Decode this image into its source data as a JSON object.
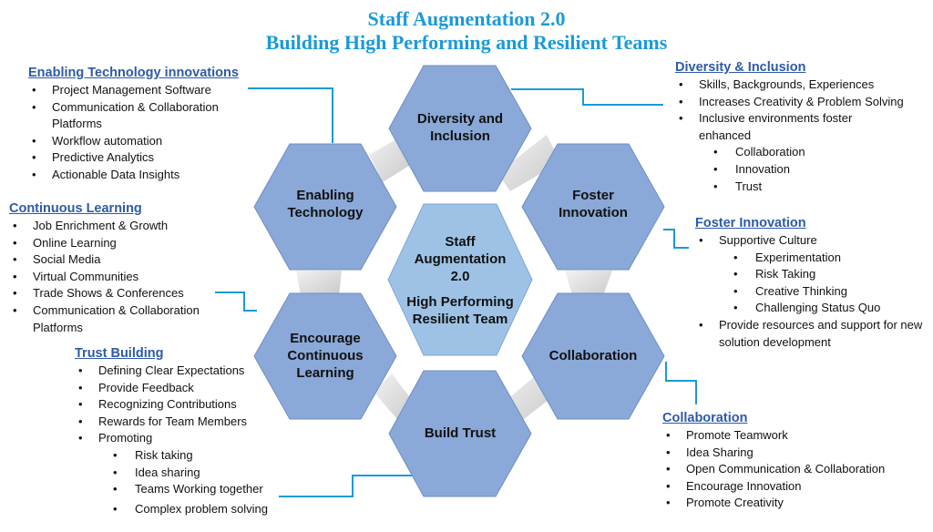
{
  "title": {
    "line1": "Staff Augmentation 2.0",
    "line2": "Building High Performing and Resilient Teams"
  },
  "colors": {
    "title": "#1a9ad8",
    "heading": "#2e5aa8",
    "hex_fill": "#8aa8d8",
    "center_fill": "#9ec2e6",
    "connector": "#1a9ad8"
  },
  "hexagons": {
    "diversity": "Diversity and Inclusion",
    "enabling": "Enabling Technology",
    "foster": "Foster Innovation",
    "center_line1": "Staff Augmentation 2.0",
    "center_line2": "High Performing Resilient Team",
    "encourage": "Encourage Continuous Learning",
    "collaboration": "Collaboration",
    "trust": "Build Trust"
  },
  "panels": {
    "enabling": {
      "heading": "Enabling Technology innovations",
      "items": [
        "Project Management Software",
        "Communication & Collaboration Platforms",
        "Workflow automation",
        "Predictive Analytics",
        "Actionable Data Insights"
      ]
    },
    "learning": {
      "heading": "Continuous Learning",
      "items": [
        "Job Enrichment & Growth",
        "Online Learning",
        "Social Media",
        "Virtual Communities",
        "Trade Shows & Conferences",
        "Communication & Collaboration Platforms"
      ]
    },
    "trust": {
      "heading": "Trust Building",
      "items": [
        "Defining Clear Expectations",
        "Provide Feedback",
        "Recognizing Contributions",
        "Rewards for Team Members",
        "Promoting"
      ],
      "sub_items": [
        "Risk taking",
        "Idea sharing",
        "Teams Working together",
        "Complex problem solving"
      ]
    },
    "diversity": {
      "heading": "Diversity & Inclusion",
      "items": [
        "Skills, Backgrounds, Experiences",
        "Increases Creativity & Problem Solving",
        "Inclusive environments foster enhanced"
      ],
      "sub_items": [
        "Collaboration",
        "Innovation",
        "Trust"
      ]
    },
    "innovation": {
      "heading": "Foster Innovation",
      "items": [
        "Supportive Culture",
        "Provide resources and support for new solution development"
      ],
      "sub_items": [
        "Experimentation",
        "Risk Taking",
        "Creative Thinking",
        "Challenging Status Quo"
      ]
    },
    "collaboration": {
      "heading": "Collaboration",
      "items": [
        "Promote Teamwork",
        "Idea Sharing",
        "Open Communication & Collaboration",
        "Encourage Innovation",
        "Promote Creativity"
      ]
    }
  }
}
